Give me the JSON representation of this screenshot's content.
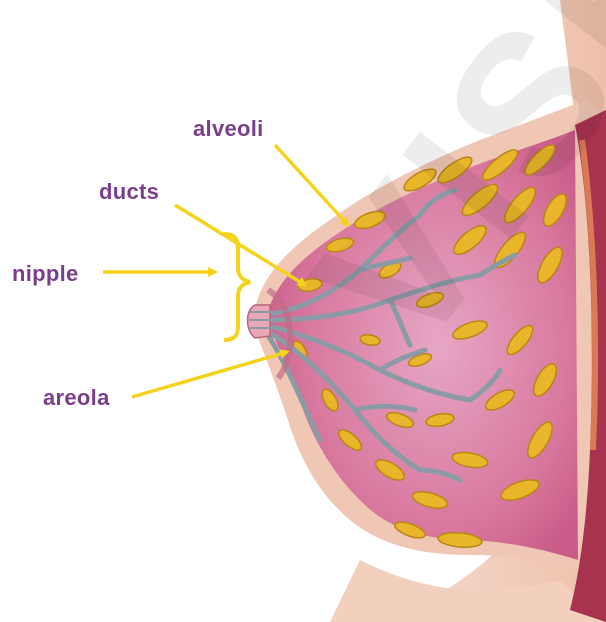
{
  "diagram": {
    "labels": {
      "alveoli": "alveoli",
      "ducts": "ducts",
      "nipple": "nipple",
      "areola": "areola"
    },
    "colors": {
      "label_text": "#7a3f8c",
      "pointer_arrows": "#f5d21c",
      "skin": "#f2cdb8",
      "tissue": "#e07aa0",
      "fat_lobules": "#e9b52a",
      "ducts": "#8c9aa6",
      "chest_wall": "#a8334f"
    },
    "watermark_icon": "watermark-stamp"
  }
}
